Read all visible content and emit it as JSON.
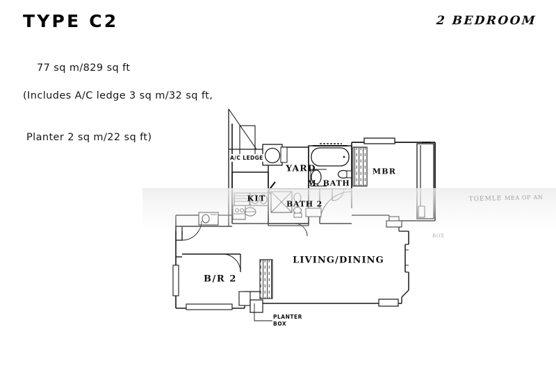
{
  "header": {
    "type_title": "TYPE C2",
    "bedroom_count_label": "2 BEDROOM",
    "area_line_1": "77 sq m/829 sq ft",
    "area_line_2": "(Includes A/C ledge 3 sq m/32 sq ft,",
    "area_line_3": "Planter 2 sq m/22 sq ft)"
  },
  "plan": {
    "rooms": [
      {
        "key": "mbr",
        "label": "MBR"
      },
      {
        "key": "yard",
        "label": "YARD"
      },
      {
        "key": "mbath",
        "label": "M. BATH"
      },
      {
        "key": "bath2",
        "label": "BATH 2"
      },
      {
        "key": "kit",
        "label": "KIT"
      },
      {
        "key": "br2",
        "label": "B/R 2"
      },
      {
        "key": "living",
        "label": "LIVING/DINING"
      }
    ],
    "annotations": {
      "ac_ledge": "A/C LEDGE",
      "planter_box_line_1": "PLANTER",
      "planter_box_line_2": "BOX"
    }
  },
  "artifacts": {
    "ghost_line_1": "TOEMLE",
    "ghost_line_2": "MEA OF AN",
    "ghost_small": "BOX"
  },
  "colors": {
    "background": "#ffffff",
    "ink": "#111111",
    "wall": "#1a1a1a",
    "fixture": "#2a2a2a",
    "artifact_gray": "#ececee"
  }
}
